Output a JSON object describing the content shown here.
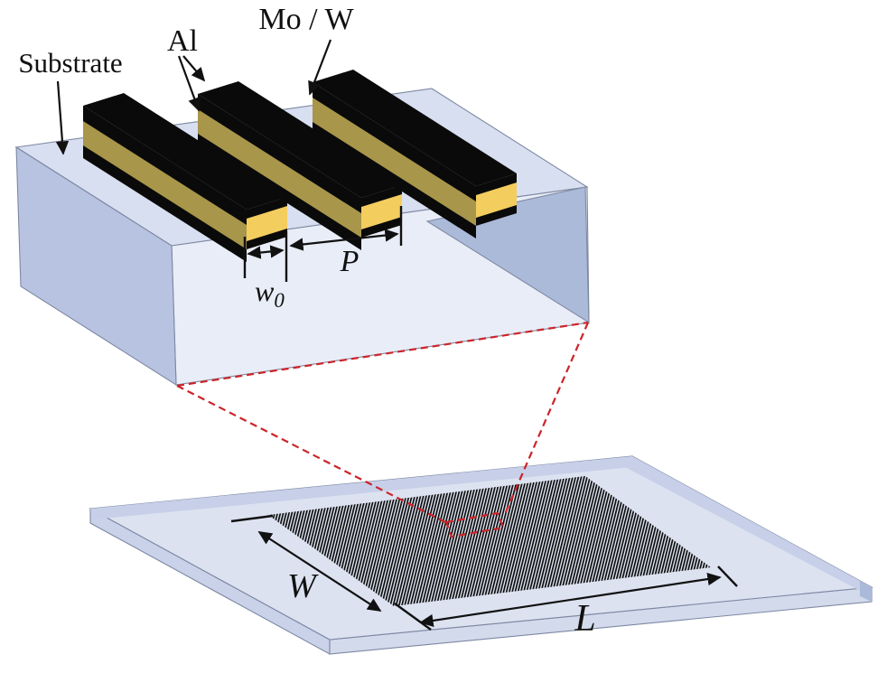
{
  "figure": {
    "description": "Schematic of a bilayer metal grating: magnified unit cells (Al on Mo/W bars on a substrate) and the full grating area on a chip",
    "labels": {
      "substrate": "Substrate",
      "aluminum": "Al",
      "mo_w": "Mo / W",
      "line_width_base": "w",
      "line_width_sub": "0",
      "period": "P",
      "grating_width": "W",
      "grating_length": "L"
    },
    "colors": {
      "background": "#ffffff",
      "aluminum_black": "#0a0a0a",
      "mo_w_gold": "#f4cd5f",
      "mo_w_gold_shaded": "#a8964a",
      "substrate_top": "#d8dff0",
      "substrate_front": "#e9edf7",
      "substrate_left": "#b7c3e1",
      "substrate_right_inner": "#acbad9",
      "chip_top": "#dce2f0",
      "chip_bevel": "#c7d0e8",
      "chip_side_left": "#c9d2e9",
      "chip_side_right": "#d3daec",
      "callout_red": "#cc2429",
      "annotation_black": "#111111",
      "edge_gray": "#6f7a94"
    }
  }
}
